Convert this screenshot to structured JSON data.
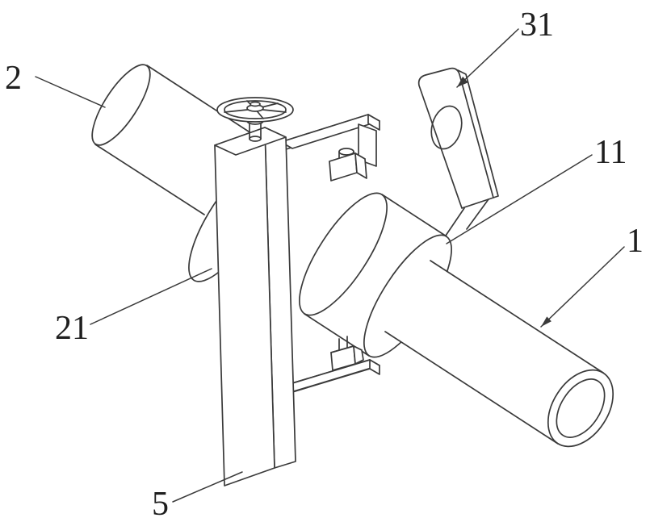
{
  "canvas": {
    "background": "#ffffff",
    "line_color": "#3a3a3a",
    "label_color": "#1f1f1f"
  },
  "figure": {
    "kind": "patent-style mechanical line drawing of a pipe clamp connector",
    "labels": [
      {
        "id": "2",
        "text": "2"
      },
      {
        "id": "21",
        "text": "21"
      },
      {
        "id": "5",
        "text": "5"
      },
      {
        "id": "31",
        "text": "31"
      },
      {
        "id": "11",
        "text": "11"
      },
      {
        "id": "1",
        "text": "1"
      }
    ]
  }
}
